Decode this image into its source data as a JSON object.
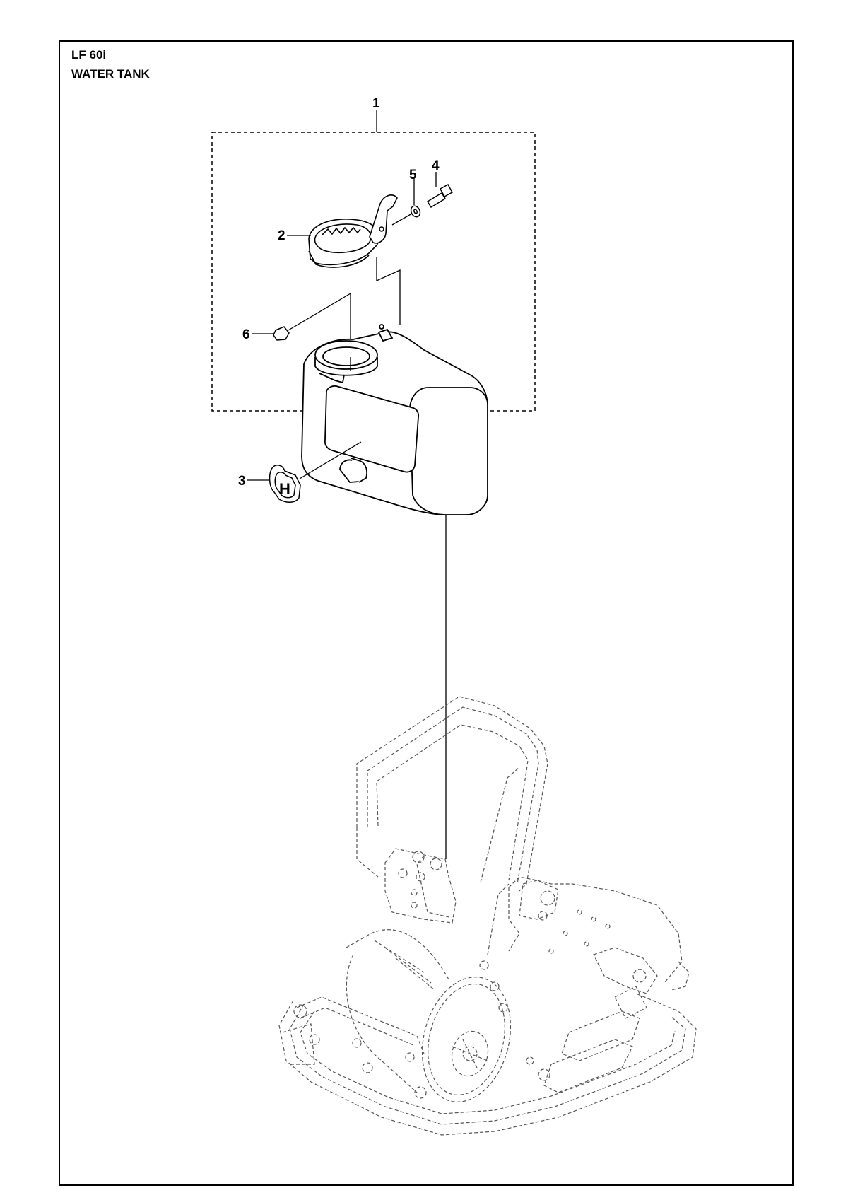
{
  "header": {
    "model": "LF 60i",
    "section": "WATER TANK"
  },
  "callouts": [
    "1",
    "2",
    "3",
    "4",
    "5",
    "6"
  ],
  "colors": {
    "line": "#000000",
    "ghost": "#555555",
    "background": "#ffffff"
  },
  "logo_letter": "H"
}
